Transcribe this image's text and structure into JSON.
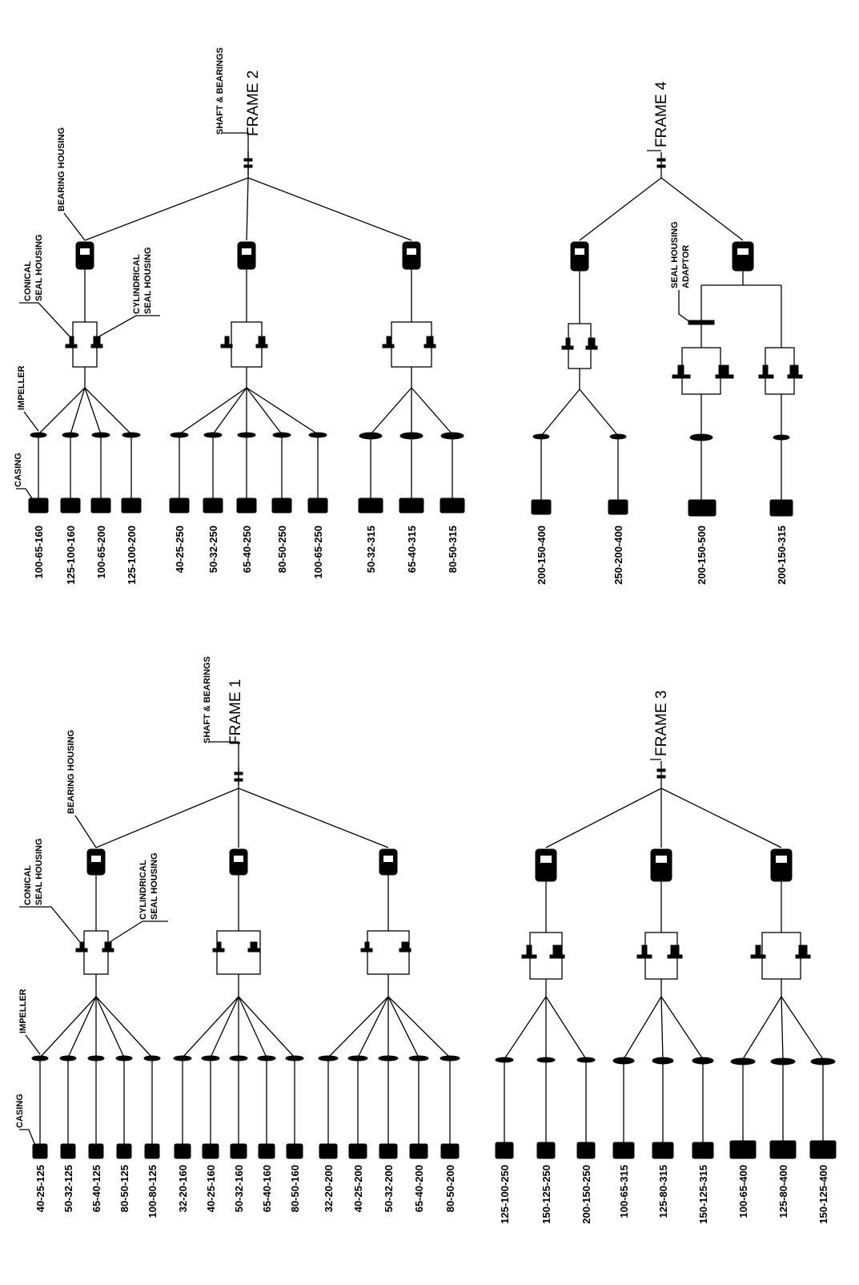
{
  "diagram": {
    "frames": [
      {
        "name": "FRAME 1",
        "shaft_label": "SHAFT & BEARINGS",
        "bearing_label": "BEARING HOUSING",
        "conical_label": [
          "CONICAL",
          "SEAL HOUSING"
        ],
        "cylindrical_label": [
          "CYLINDRICAL",
          "SEAL HOUSING"
        ],
        "impeller_label": "IMPELLER",
        "casing_label": "CASING",
        "groups": [
          [
            "40-25-125",
            "50-32-125",
            "65-40-125",
            "80-50-125",
            "100-80-125"
          ],
          [
            "32-20-160",
            "40-25-160",
            "50-32-160",
            "65-40-160",
            "80-50-160"
          ],
          [
            "32-20-200",
            "40-25-200",
            "50-32-200",
            "65-40-200",
            "80-50-200"
          ]
        ]
      },
      {
        "name": "FRAME 2",
        "shaft_label": "SHAFT & BEARINGS",
        "bearing_label": "BEARING HOUSING",
        "conical_label": [
          "CONICAL",
          "SEAL HOUSING"
        ],
        "cylindrical_label": [
          "CYLINDRICAL",
          "SEAL HOUSING"
        ],
        "impeller_label": "IMPELLER",
        "casing_label": "CASING",
        "groups": [
          [
            "100-65-160",
            "125-100-160",
            "100-65-200",
            "125-100-200"
          ],
          [
            "40-25-250",
            "50-32-250",
            "65-40-250",
            "80-50-250",
            "100-65-250"
          ],
          [
            "50-32-315",
            "65-40-315",
            "80-50-315"
          ]
        ]
      },
      {
        "name": "FRAME 3",
        "groups": [
          [
            "125-100-250",
            "150-125-250",
            "200-150-250"
          ],
          [
            "100-65-315",
            "125-80-315",
            "150-125-315"
          ],
          [
            "100-65-400",
            "125-80-400",
            "150-125-400"
          ]
        ]
      },
      {
        "name": "FRAME 4",
        "adaptor_label": [
          "SEAL HOUSING",
          "ADAPTOR"
        ],
        "groups": [
          [
            "200-150-400",
            "250-200-400"
          ],
          [
            "200-150-500",
            "200-150-315"
          ]
        ]
      }
    ]
  }
}
